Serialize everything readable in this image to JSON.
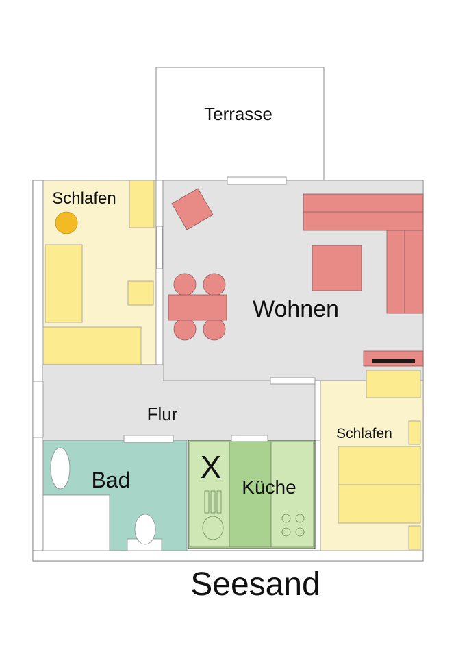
{
  "plan_name": "Seesand",
  "rooms": {
    "terrace": "Terrasse",
    "bedroom_left": "Schlafen",
    "living": "Wohnen",
    "hallway": "Flur",
    "bathroom": "Bad",
    "kitchen": "Küche",
    "bedroom_right": "Schlafen"
  },
  "kitchen_marker": "X",
  "colors": {
    "wall": "#8a8a8a",
    "bedroom_floor": "#fbf3cc",
    "bedroom_furniture": "#fcec8f",
    "living_floor": "#e3e3e3",
    "living_furniture": "#e88a86",
    "bath_floor": "#a7d6c9",
    "kitchen_floor": "#cfe6b5",
    "kitchen_counter": "#a9d290",
    "lamp": "#f2bb26",
    "window": "#ffffff"
  }
}
